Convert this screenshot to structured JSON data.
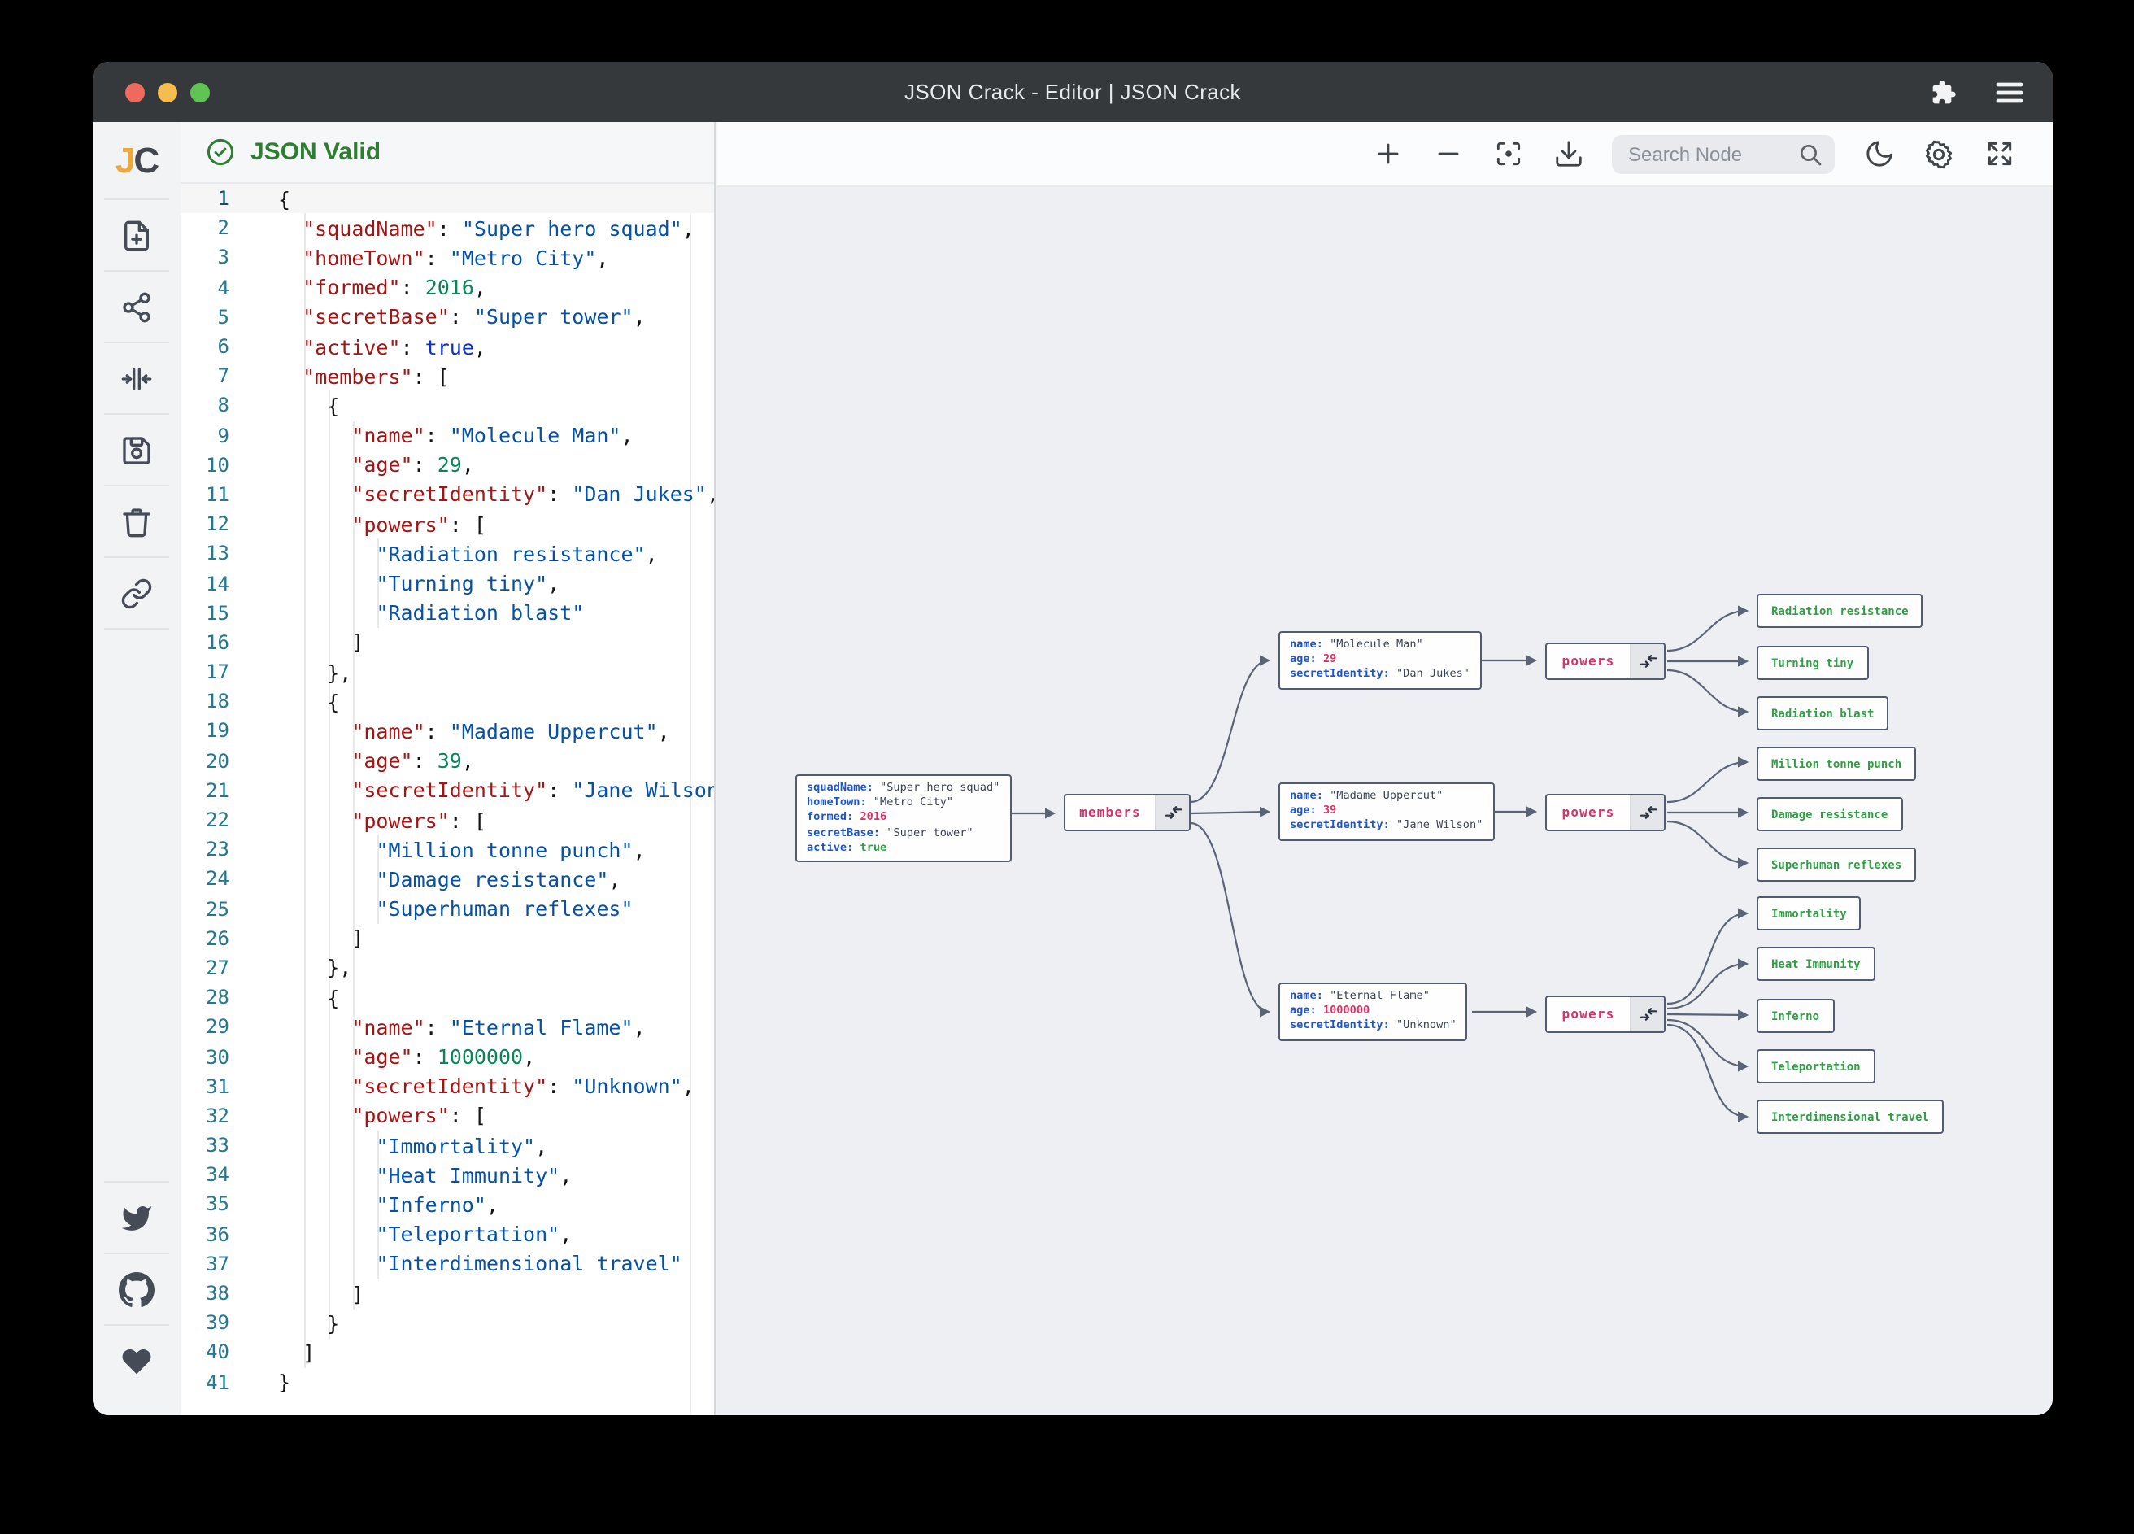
{
  "window": {
    "title": "JSON Crack - Editor | JSON Crack",
    "controls": [
      "close",
      "minimize",
      "zoom"
    ],
    "titlebar_icons": [
      "extension-puzzle-icon",
      "menu-hamburger-icon"
    ]
  },
  "colors": {
    "titlebar_bg": "#35393c",
    "valid_green": "#2e7d32",
    "key_red": "#a31515",
    "string_blue": "#0451a5",
    "number_green": "#098658",
    "graph_key_blue": "#1c56cc",
    "graph_number_pink": "#e02f67",
    "graph_green": "#2f9e44",
    "graph_label_pink": "#d6336c",
    "node_border": "#535b72",
    "canvas_bg": "#edeff2"
  },
  "sidebar": {
    "logo": {
      "j": "J",
      "c": "C"
    },
    "items": [
      "new-document-icon",
      "share-graph-icon",
      "fold-collapse-icon",
      "save-icon",
      "delete-trash-icon",
      "link-icon"
    ],
    "bottom_items": [
      "twitter-icon",
      "github-icon",
      "heart-sponsor-icon"
    ]
  },
  "editor": {
    "status": "JSON Valid",
    "lines": [
      [
        [
          "p",
          "{"
        ]
      ],
      [
        [
          "p",
          "  "
        ],
        [
          "k",
          "\"squadName\""
        ],
        [
          "p",
          ": "
        ],
        [
          "s",
          "\"Super hero squad\""
        ],
        [
          "p",
          ","
        ]
      ],
      [
        [
          "p",
          "  "
        ],
        [
          "k",
          "\"homeTown\""
        ],
        [
          "p",
          ": "
        ],
        [
          "s",
          "\"Metro City\""
        ],
        [
          "p",
          ","
        ]
      ],
      [
        [
          "p",
          "  "
        ],
        [
          "k",
          "\"formed\""
        ],
        [
          "p",
          ": "
        ],
        [
          "n",
          "2016"
        ],
        [
          "p",
          ","
        ]
      ],
      [
        [
          "p",
          "  "
        ],
        [
          "k",
          "\"secretBase\""
        ],
        [
          "p",
          ": "
        ],
        [
          "s",
          "\"Super tower\""
        ],
        [
          "p",
          ","
        ]
      ],
      [
        [
          "p",
          "  "
        ],
        [
          "k",
          "\"active\""
        ],
        [
          "p",
          ": "
        ],
        [
          "b",
          "true"
        ],
        [
          "p",
          ","
        ]
      ],
      [
        [
          "p",
          "  "
        ],
        [
          "k",
          "\"members\""
        ],
        [
          "p",
          ": ["
        ]
      ],
      [
        [
          "p",
          "    {"
        ]
      ],
      [
        [
          "p",
          "      "
        ],
        [
          "k",
          "\"name\""
        ],
        [
          "p",
          ": "
        ],
        [
          "s",
          "\"Molecule Man\""
        ],
        [
          "p",
          ","
        ]
      ],
      [
        [
          "p",
          "      "
        ],
        [
          "k",
          "\"age\""
        ],
        [
          "p",
          ": "
        ],
        [
          "n",
          "29"
        ],
        [
          "p",
          ","
        ]
      ],
      [
        [
          "p",
          "      "
        ],
        [
          "k",
          "\"secretIdentity\""
        ],
        [
          "p",
          ": "
        ],
        [
          "s",
          "\"Dan Jukes\""
        ],
        [
          "p",
          ","
        ]
      ],
      [
        [
          "p",
          "      "
        ],
        [
          "k",
          "\"powers\""
        ],
        [
          "p",
          ": ["
        ]
      ],
      [
        [
          "p",
          "        "
        ],
        [
          "s",
          "\"Radiation resistance\""
        ],
        [
          "p",
          ","
        ]
      ],
      [
        [
          "p",
          "        "
        ],
        [
          "s",
          "\"Turning tiny\""
        ],
        [
          "p",
          ","
        ]
      ],
      [
        [
          "p",
          "        "
        ],
        [
          "s",
          "\"Radiation blast\""
        ]
      ],
      [
        [
          "p",
          "      ]"
        ]
      ],
      [
        [
          "p",
          "    },"
        ]
      ],
      [
        [
          "p",
          "    {"
        ]
      ],
      [
        [
          "p",
          "      "
        ],
        [
          "k",
          "\"name\""
        ],
        [
          "p",
          ": "
        ],
        [
          "s",
          "\"Madame Uppercut\""
        ],
        [
          "p",
          ","
        ]
      ],
      [
        [
          "p",
          "      "
        ],
        [
          "k",
          "\"age\""
        ],
        [
          "p",
          ": "
        ],
        [
          "n",
          "39"
        ],
        [
          "p",
          ","
        ]
      ],
      [
        [
          "p",
          "      "
        ],
        [
          "k",
          "\"secretIdentity\""
        ],
        [
          "p",
          ": "
        ],
        [
          "s",
          "\"Jane Wilson\""
        ],
        [
          "p",
          ","
        ]
      ],
      [
        [
          "p",
          "      "
        ],
        [
          "k",
          "\"powers\""
        ],
        [
          "p",
          ": ["
        ]
      ],
      [
        [
          "p",
          "        "
        ],
        [
          "s",
          "\"Million tonne punch\""
        ],
        [
          "p",
          ","
        ]
      ],
      [
        [
          "p",
          "        "
        ],
        [
          "s",
          "\"Damage resistance\""
        ],
        [
          "p",
          ","
        ]
      ],
      [
        [
          "p",
          "        "
        ],
        [
          "s",
          "\"Superhuman reflexes\""
        ]
      ],
      [
        [
          "p",
          "      ]"
        ]
      ],
      [
        [
          "p",
          "    },"
        ]
      ],
      [
        [
          "p",
          "    {"
        ]
      ],
      [
        [
          "p",
          "      "
        ],
        [
          "k",
          "\"name\""
        ],
        [
          "p",
          ": "
        ],
        [
          "s",
          "\"Eternal Flame\""
        ],
        [
          "p",
          ","
        ]
      ],
      [
        [
          "p",
          "      "
        ],
        [
          "k",
          "\"age\""
        ],
        [
          "p",
          ": "
        ],
        [
          "n",
          "1000000"
        ],
        [
          "p",
          ","
        ]
      ],
      [
        [
          "p",
          "      "
        ],
        [
          "k",
          "\"secretIdentity\""
        ],
        [
          "p",
          ": "
        ],
        [
          "s",
          "\"Unknown\""
        ],
        [
          "p",
          ","
        ]
      ],
      [
        [
          "p",
          "      "
        ],
        [
          "k",
          "\"powers\""
        ],
        [
          "p",
          ": ["
        ]
      ],
      [
        [
          "p",
          "        "
        ],
        [
          "s",
          "\"Immortality\""
        ],
        [
          "p",
          ","
        ]
      ],
      [
        [
          "p",
          "        "
        ],
        [
          "s",
          "\"Heat Immunity\""
        ],
        [
          "p",
          ","
        ]
      ],
      [
        [
          "p",
          "        "
        ],
        [
          "s",
          "\"Inferno\""
        ],
        [
          "p",
          ","
        ]
      ],
      [
        [
          "p",
          "        "
        ],
        [
          "s",
          "\"Teleportation\""
        ],
        [
          "p",
          ","
        ]
      ],
      [
        [
          "p",
          "        "
        ],
        [
          "s",
          "\"Interdimensional travel\""
        ]
      ],
      [
        [
          "p",
          "      ]"
        ]
      ],
      [
        [
          "p",
          "    }"
        ]
      ],
      [
        [
          "p",
          "  ]"
        ]
      ],
      [
        [
          "p",
          "}"
        ]
      ]
    ]
  },
  "toolbar": {
    "icons": [
      "zoom-in-icon",
      "zoom-out-icon",
      "focus-center-icon",
      "download-icon",
      "dark-mode-moon-icon",
      "settings-gear-icon",
      "fullscreen-icon"
    ],
    "search": {
      "placeholder": "Search Node"
    }
  },
  "graph": {
    "nodes": {
      "root": {
        "rows": [
          {
            "k": "squadName",
            "v": "\"Super hero squad\"",
            "t": "s"
          },
          {
            "k": "homeTown",
            "v": "\"Metro City\"",
            "t": "s"
          },
          {
            "k": "formed",
            "v": "2016",
            "t": "n"
          },
          {
            "k": "secretBase",
            "v": "\"Super tower\"",
            "t": "s"
          },
          {
            "k": "active",
            "v": "true",
            "t": "b"
          }
        ]
      },
      "m1": {
        "rows": [
          {
            "k": "name",
            "v": "\"Molecule Man\"",
            "t": "s"
          },
          {
            "k": "age",
            "v": "29",
            "t": "n"
          },
          {
            "k": "secretIdentity",
            "v": "\"Dan Jukes\"",
            "t": "s"
          }
        ]
      },
      "m2": {
        "rows": [
          {
            "k": "name",
            "v": "\"Madame Uppercut\"",
            "t": "s"
          },
          {
            "k": "age",
            "v": "39",
            "t": "n"
          },
          {
            "k": "secretIdentity",
            "v": "\"Jane Wilson\"",
            "t": "s"
          }
        ]
      },
      "m3": {
        "rows": [
          {
            "k": "name",
            "v": "\"Eternal Flame\"",
            "t": "s"
          },
          {
            "k": "age",
            "v": "1000000",
            "t": "n"
          },
          {
            "k": "secretIdentity",
            "v": "\"Unknown\"",
            "t": "s"
          }
        ]
      }
    },
    "members_label": "members",
    "powers_label": "powers",
    "leaves": [
      "Radiation resistance",
      "Turning tiny",
      "Radiation blast",
      "Million tonne punch",
      "Damage resistance",
      "Superhuman reflexes",
      "Immortality",
      "Heat Immunity",
      "Inferno",
      "Teleportation",
      "Interdimensional travel"
    ]
  }
}
